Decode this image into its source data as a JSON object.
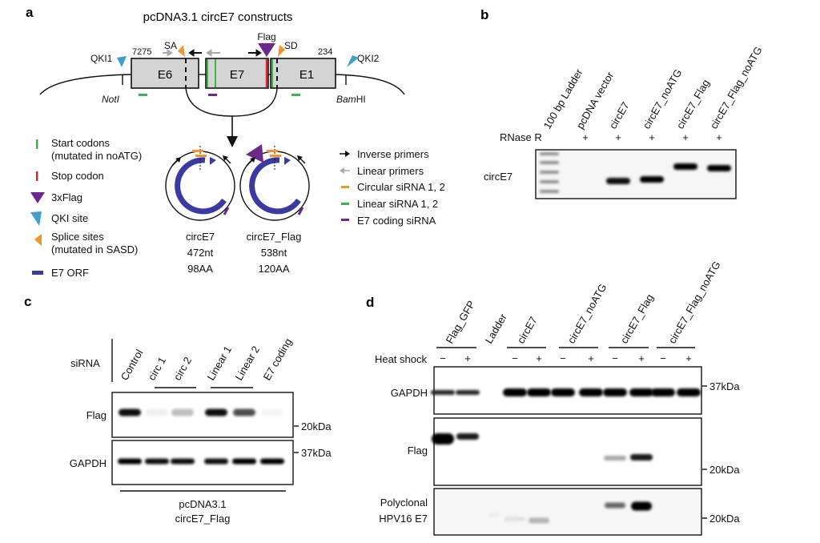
{
  "panel_a": {
    "letter": "a",
    "title": "pcDNA3.1 circE7 constructs",
    "exons": [
      "E6",
      "E7",
      "E1"
    ],
    "labels": {
      "qki1": "QKI1",
      "qki2": "QKI2",
      "pos_left": "7275",
      "pos_right": "234",
      "sa": "SA",
      "sd": "SD",
      "flag": "Flag",
      "noti": "NotI",
      "bamhi_italic": "Bam",
      "bamhi_rest": "HI"
    },
    "legend_left": [
      {
        "icon": "green-bar-icon",
        "lines": [
          "Start codons",
          "(mutated in noATG)"
        ]
      },
      {
        "icon": "red-bar-icon",
        "lines": [
          "Stop codon"
        ]
      },
      {
        "icon": "purple-triangle-icon",
        "lines": [
          "3xFlag"
        ]
      },
      {
        "icon": "blue-triangle-icon",
        "lines": [
          "QKI site"
        ]
      },
      {
        "icon": "orange-triangle-icon",
        "lines": [
          "Splice sites",
          "(mutated in SASD)"
        ]
      },
      {
        "icon": "blue-bar-icon",
        "lines": [
          "E7 ORF"
        ]
      }
    ],
    "circles": [
      {
        "name": "circE7",
        "length": "472nt",
        "protein": "98AA"
      },
      {
        "name": "circE7_Flag",
        "length": "538nt",
        "protein": "120AA"
      }
    ],
    "legend_right": [
      "Inverse primers",
      "Linear primers",
      "Circular siRNA 1, 2",
      "Linear siRNA 1, 2",
      "E7 coding siRNA"
    ],
    "colors": {
      "green": "#3cb44b",
      "red": "#e0282e",
      "purple": "#6a2a8c",
      "blue_qki": "#3fa0cf",
      "orange": "#f0962a",
      "orf": "#3a3aa0",
      "gray_arrow": "#aaaaaa",
      "box": "#d4d4d4"
    }
  },
  "panel_b": {
    "letter": "b",
    "lanes": [
      "100 bp Ladder",
      "pcDNA vector",
      "circE7",
      "circE7_noATG",
      "circE7_Flag",
      "circE7_Flag_noATG"
    ],
    "rnase_label": "RNase R",
    "rnase": [
      "",
      "+",
      "+",
      "+",
      "+",
      "+"
    ],
    "row_label": "circE7",
    "band_intensity": [
      0,
      0,
      0.95,
      1,
      1,
      1
    ]
  },
  "panel_c": {
    "letter": "c",
    "sirna_label": "siRNA",
    "lanes": [
      "Control",
      "circ 1",
      "circ 2",
      "Linear 1",
      "Linear 2",
      "E7 coding"
    ],
    "blots": [
      {
        "label": "Flag",
        "marker": "20kDa",
        "band_intensity": [
          0.95,
          0.06,
          0.25,
          0.95,
          0.7,
          0.04
        ]
      },
      {
        "label": "GAPDH",
        "marker": "37kDa",
        "band_intensity": [
          1,
          0.95,
          0.95,
          0.95,
          1,
          1
        ]
      }
    ],
    "construct_line1": "pcDNA3.1",
    "construct_line2": "circE7_Flag"
  },
  "panel_d": {
    "letter": "d",
    "groups": [
      "Flag_GFP",
      "Ladder",
      "circE7",
      "circE7_noATG",
      "circE7_Flag",
      "circE7_Flag_noATG"
    ],
    "heat_label": "Heat shock",
    "heat": [
      "−",
      "+",
      "−",
      "+",
      "−",
      "+",
      "−",
      "+",
      "−",
      "+"
    ],
    "blots": [
      {
        "label": "GAPDH",
        "marker": "37kDa",
        "band_intensity": [
          0.85,
          0.85,
          1,
          1,
          1,
          1,
          1,
          1,
          1,
          1
        ]
      },
      {
        "label": "Flag",
        "marker": "20kDa",
        "band_intensity": [
          1,
          0.9,
          0,
          0,
          0,
          0,
          0.35,
          0.9,
          0,
          0
        ]
      },
      {
        "label_line1": "Polyclonal",
        "label_line2": "HPV16 E7",
        "marker": "20kDa",
        "band_intensity": [
          0,
          0,
          0.12,
          0.3,
          0,
          0,
          0.6,
          1,
          0,
          0
        ]
      }
    ]
  }
}
